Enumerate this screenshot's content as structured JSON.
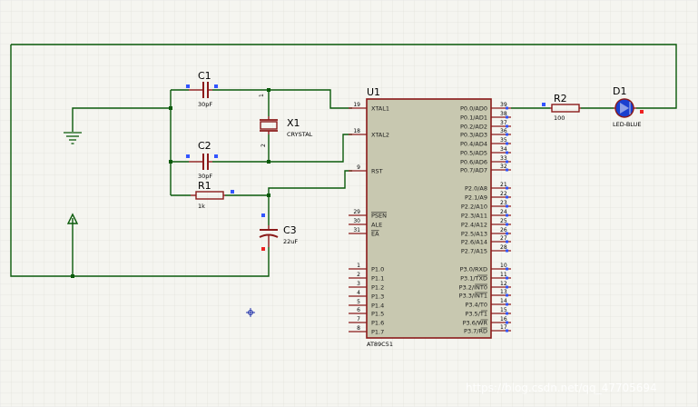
{
  "schematic": {
    "components": {
      "c1": {
        "ref": "C1",
        "value": "30pF"
      },
      "c2": {
        "ref": "C2",
        "value": "30pF"
      },
      "x1": {
        "ref": "X1",
        "value": "CRYSTAL"
      },
      "r1": {
        "ref": "R1",
        "value": "1k"
      },
      "c3": {
        "ref": "C3",
        "value": "22uF"
      },
      "r2": {
        "ref": "R2",
        "value": "100"
      },
      "d1": {
        "ref": "D1",
        "value": "LED-BLUE"
      },
      "u1": {
        "ref": "U1",
        "part": "AT89C51"
      }
    },
    "left_pins": [
      {
        "num": "19",
        "name": "XTAL1"
      },
      {
        "num": "18",
        "name": "XTAL2"
      },
      {
        "num": "9",
        "name": "RST"
      },
      {
        "num": "29",
        "name": "PSEN"
      },
      {
        "num": "30",
        "name": "ALE"
      },
      {
        "num": "31",
        "name": "EA"
      },
      {
        "num": "1",
        "name": "P1.0"
      },
      {
        "num": "2",
        "name": "P1.1"
      },
      {
        "num": "3",
        "name": "P1.2"
      },
      {
        "num": "4",
        "name": "P1.3"
      },
      {
        "num": "5",
        "name": "P1.4"
      },
      {
        "num": "6",
        "name": "P1.5"
      },
      {
        "num": "7",
        "name": "P1.6"
      },
      {
        "num": "8",
        "name": "P1.7"
      }
    ],
    "right_pins": [
      {
        "num": "39",
        "name": "P0.0/AD0"
      },
      {
        "num": "38",
        "name": "P0.1/AD1"
      },
      {
        "num": "37",
        "name": "P0.2/AD2"
      },
      {
        "num": "36",
        "name": "P0.3/AD3"
      },
      {
        "num": "35",
        "name": "P0.4/AD4"
      },
      {
        "num": "34",
        "name": "P0.5/AD5"
      },
      {
        "num": "33",
        "name": "P0.6/AD6"
      },
      {
        "num": "32",
        "name": "P0.7/AD7"
      },
      {
        "num": "21",
        "name": "P2.0/A8"
      },
      {
        "num": "22",
        "name": "P2.1/A9"
      },
      {
        "num": "23",
        "name": "P2.2/A10"
      },
      {
        "num": "24",
        "name": "P2.3/A11"
      },
      {
        "num": "25",
        "name": "P2.4/A12"
      },
      {
        "num": "26",
        "name": "P2.5/A13"
      },
      {
        "num": "27",
        "name": "P2.6/A14"
      },
      {
        "num": "28",
        "name": "P2.7/A15"
      },
      {
        "num": "10",
        "name": "P3.0/RXD"
      },
      {
        "num": "11",
        "name": "P3.1/TXD"
      },
      {
        "num": "12",
        "name": "P3.2/INT0"
      },
      {
        "num": "13",
        "name": "P3.3/INT1"
      },
      {
        "num": "14",
        "name": "P3.4/T0"
      },
      {
        "num": "15",
        "name": "P3.5/T1"
      },
      {
        "num": "16",
        "name": "P3.6/WR"
      },
      {
        "num": "17",
        "name": "P3.7/RD"
      }
    ]
  },
  "watermark": "https://blog.csdn.net/qq_47705694",
  "colors": {
    "background": "#f5f5f0",
    "grid": "#dcdcd4",
    "wire": "#0a5a0a",
    "component": "#8b1a1a",
    "chip_fill": "#c8c8b0",
    "led": "#1a3fcf",
    "pin_marker_blue": "#3355ff",
    "pin_marker_red": "#ee2222"
  }
}
